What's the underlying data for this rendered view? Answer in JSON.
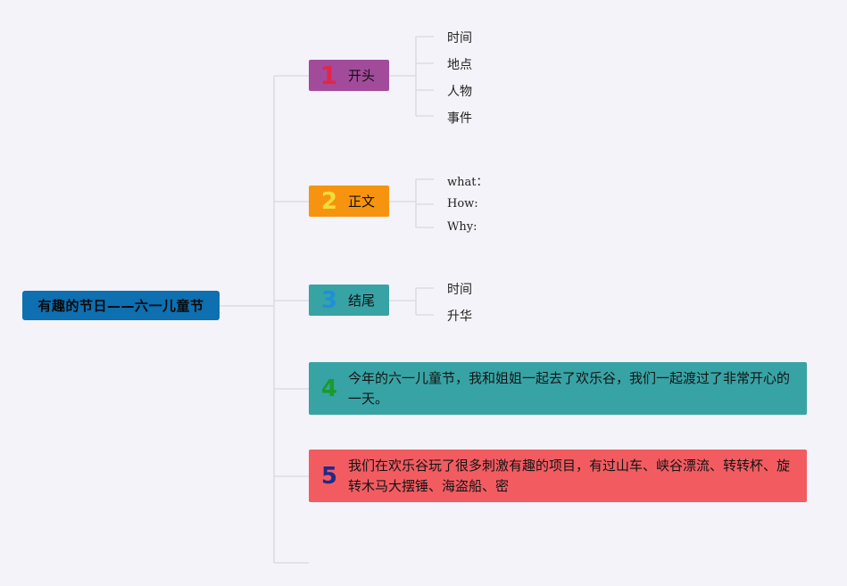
{
  "root": {
    "label": "有趣的节日——六一儿童节"
  },
  "branches": [
    {
      "num": "1",
      "label": "开头",
      "children": [
        "时间",
        "地点",
        "人物",
        "事件"
      ]
    },
    {
      "num": "2",
      "label": "正文",
      "children": [
        "what：",
        "How:",
        "Why:"
      ]
    },
    {
      "num": "3",
      "label": "结尾",
      "children": [
        "时间",
        "升华"
      ]
    },
    {
      "num": "4",
      "label": "今年的六一儿童节，我和姐姐一起去了欢乐谷，我们一起渡过了非常开心的一天。"
    },
    {
      "num": "5",
      "label": "我们在欢乐谷玩了很多刺激有趣的项目，有过山车、峡谷漂流、转转杯、旋转木马大摆锤、海盗船、密"
    }
  ],
  "colors": {
    "root": "#0e6fb1",
    "branch1": "#a34b9b",
    "branch2": "#f7940f",
    "branch3": "#38a3a5",
    "branch4": "#38a3a5",
    "branch5": "#f25c61",
    "connector": "#d8d8de",
    "background": "#f3f3f9"
  }
}
